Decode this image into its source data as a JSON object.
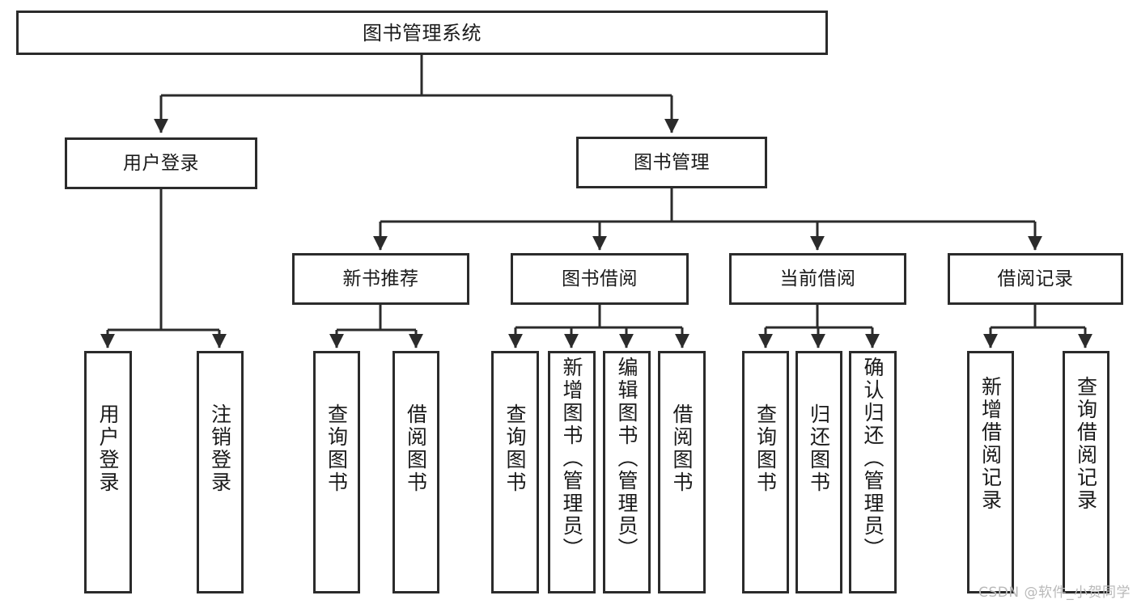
{
  "diagram": {
    "title": "图书管理系统",
    "type": "tree",
    "watermark": "CSDN @软件_小贺同学",
    "colors": {
      "stroke": "#2b2b2b",
      "fill": "#ffffff",
      "text": "#1a1a1a",
      "watermark": "#b9b9b9"
    },
    "levels": {
      "level1": [
        "图书管理系统"
      ],
      "level2": [
        "用户登录",
        "图书管理"
      ],
      "level3": [
        "新书推荐",
        "图书借阅",
        "当前借阅",
        "借阅记录"
      ],
      "level4": [
        "用户登录",
        "注销登录",
        "查询图书",
        "借阅图书",
        "查询图书",
        "新增图书（管理员）",
        "编辑图书（管理员）",
        "借阅图书",
        "查询图书",
        "归还图书",
        "确认归还（管理员）",
        "新增借阅记录",
        "查询借阅记录"
      ]
    },
    "nodes": {
      "root": {
        "label": "图书管理系统"
      },
      "user_login": {
        "label": "用户登录"
      },
      "book_manage": {
        "label": "图书管理"
      },
      "new_book_rec": {
        "label": "新书推荐"
      },
      "book_borrow": {
        "label": "图书借阅"
      },
      "current_borrow": {
        "label": "当前借阅"
      },
      "borrow_record": {
        "label": "借阅记录"
      },
      "leaf_user_login": {
        "label": "用户登录"
      },
      "leaf_user_logout": {
        "label": "注销登录"
      },
      "leaf_rec_query": {
        "label": "查询图书"
      },
      "leaf_rec_borrow": {
        "label": "借阅图书"
      },
      "leaf_bb_query": {
        "label": "查询图书"
      },
      "leaf_bb_add": {
        "label": "新增图书（管理员）"
      },
      "leaf_bb_edit": {
        "label": "编辑图书（管理员）"
      },
      "leaf_bb_borrow": {
        "label": "借阅图书"
      },
      "leaf_cb_query": {
        "label": "查询图书"
      },
      "leaf_cb_return": {
        "label": "归还图书"
      },
      "leaf_cb_confirm": {
        "label": "确认归还（管理员）"
      },
      "leaf_br_add": {
        "label": "新增借阅记录"
      },
      "leaf_br_query": {
        "label": "查询借阅记录"
      }
    },
    "edges": [
      {
        "from": "root",
        "to": "user_login"
      },
      {
        "from": "root",
        "to": "book_manage"
      },
      {
        "from": "user_login",
        "to": "leaf_user_login"
      },
      {
        "from": "user_login",
        "to": "leaf_user_logout"
      },
      {
        "from": "book_manage",
        "to": "new_book_rec"
      },
      {
        "from": "book_manage",
        "to": "book_borrow"
      },
      {
        "from": "book_manage",
        "to": "current_borrow"
      },
      {
        "from": "book_manage",
        "to": "borrow_record"
      },
      {
        "from": "new_book_rec",
        "to": "leaf_rec_query"
      },
      {
        "from": "new_book_rec",
        "to": "leaf_rec_borrow"
      },
      {
        "from": "book_borrow",
        "to": "leaf_bb_query"
      },
      {
        "from": "book_borrow",
        "to": "leaf_bb_add"
      },
      {
        "from": "book_borrow",
        "to": "leaf_bb_edit"
      },
      {
        "from": "book_borrow",
        "to": "leaf_bb_borrow"
      },
      {
        "from": "current_borrow",
        "to": "leaf_cb_query"
      },
      {
        "from": "current_borrow",
        "to": "leaf_cb_return"
      },
      {
        "from": "current_borrow",
        "to": "leaf_cb_confirm"
      },
      {
        "from": "borrow_record",
        "to": "leaf_br_add"
      },
      {
        "from": "borrow_record",
        "to": "leaf_br_query"
      }
    ]
  }
}
